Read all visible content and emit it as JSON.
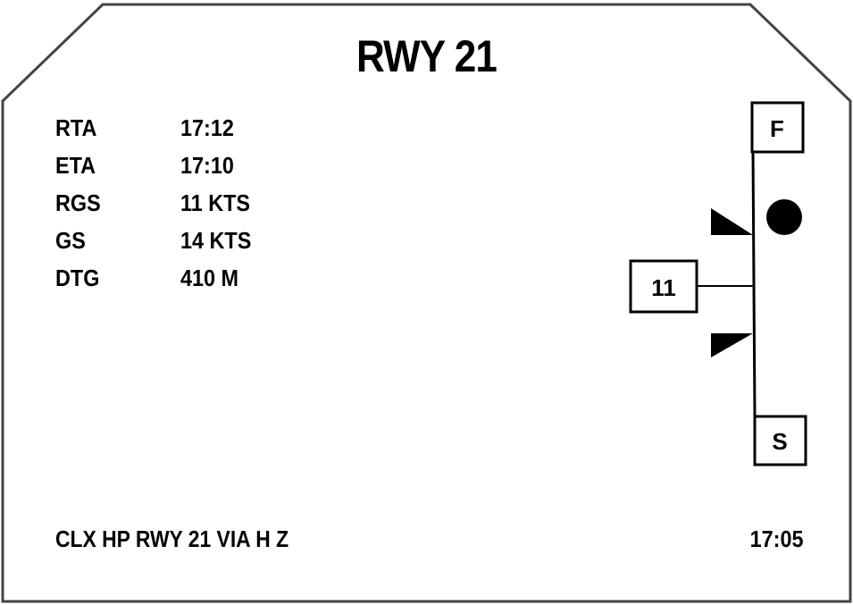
{
  "header": {
    "title": "RWY 21"
  },
  "info": [
    {
      "label": "RTA",
      "value": "17:12"
    },
    {
      "label": "ETA",
      "value": "17:10"
    },
    {
      "label": "RGS",
      "value": "11 KTS"
    },
    {
      "label": "GS",
      "value": "14 KTS"
    },
    {
      "label": "DTG",
      "value": "410 M"
    }
  ],
  "speed_scale": {
    "top_label": "F",
    "bottom_label": "S",
    "current_value_label": "11",
    "upper_marker": "triangle-marker",
    "lower_marker": "triangle-marker",
    "indicator": "filled-circle"
  },
  "footer": {
    "clearance": "CLX HP RWY 21 VIA H Z",
    "time": "17:05"
  }
}
